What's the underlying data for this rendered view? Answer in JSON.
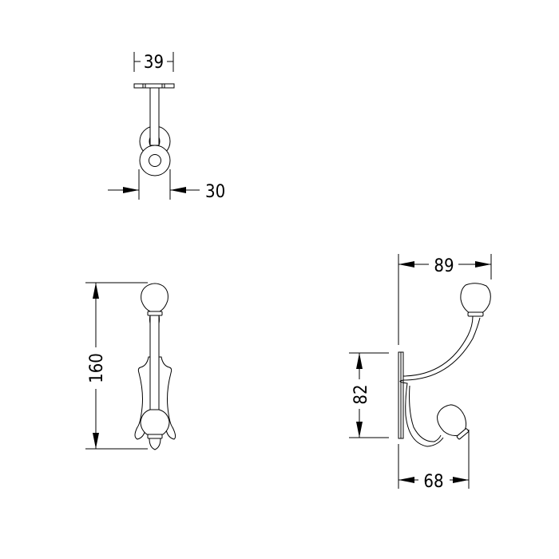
{
  "drawing": {
    "subject": "double coat hook technical drawing",
    "line_color": "#000000",
    "background": "#ffffff",
    "views": {
      "top_view": {
        "dimensions": {
          "plate_width": "39",
          "knob_diameter": "30"
        }
      },
      "front_view": {
        "dimensions": {
          "total_height": "160"
        }
      },
      "side_view": {
        "dimensions": {
          "total_projection": "89",
          "plate_height": "82",
          "lower_hook_projection": "68"
        }
      }
    }
  }
}
